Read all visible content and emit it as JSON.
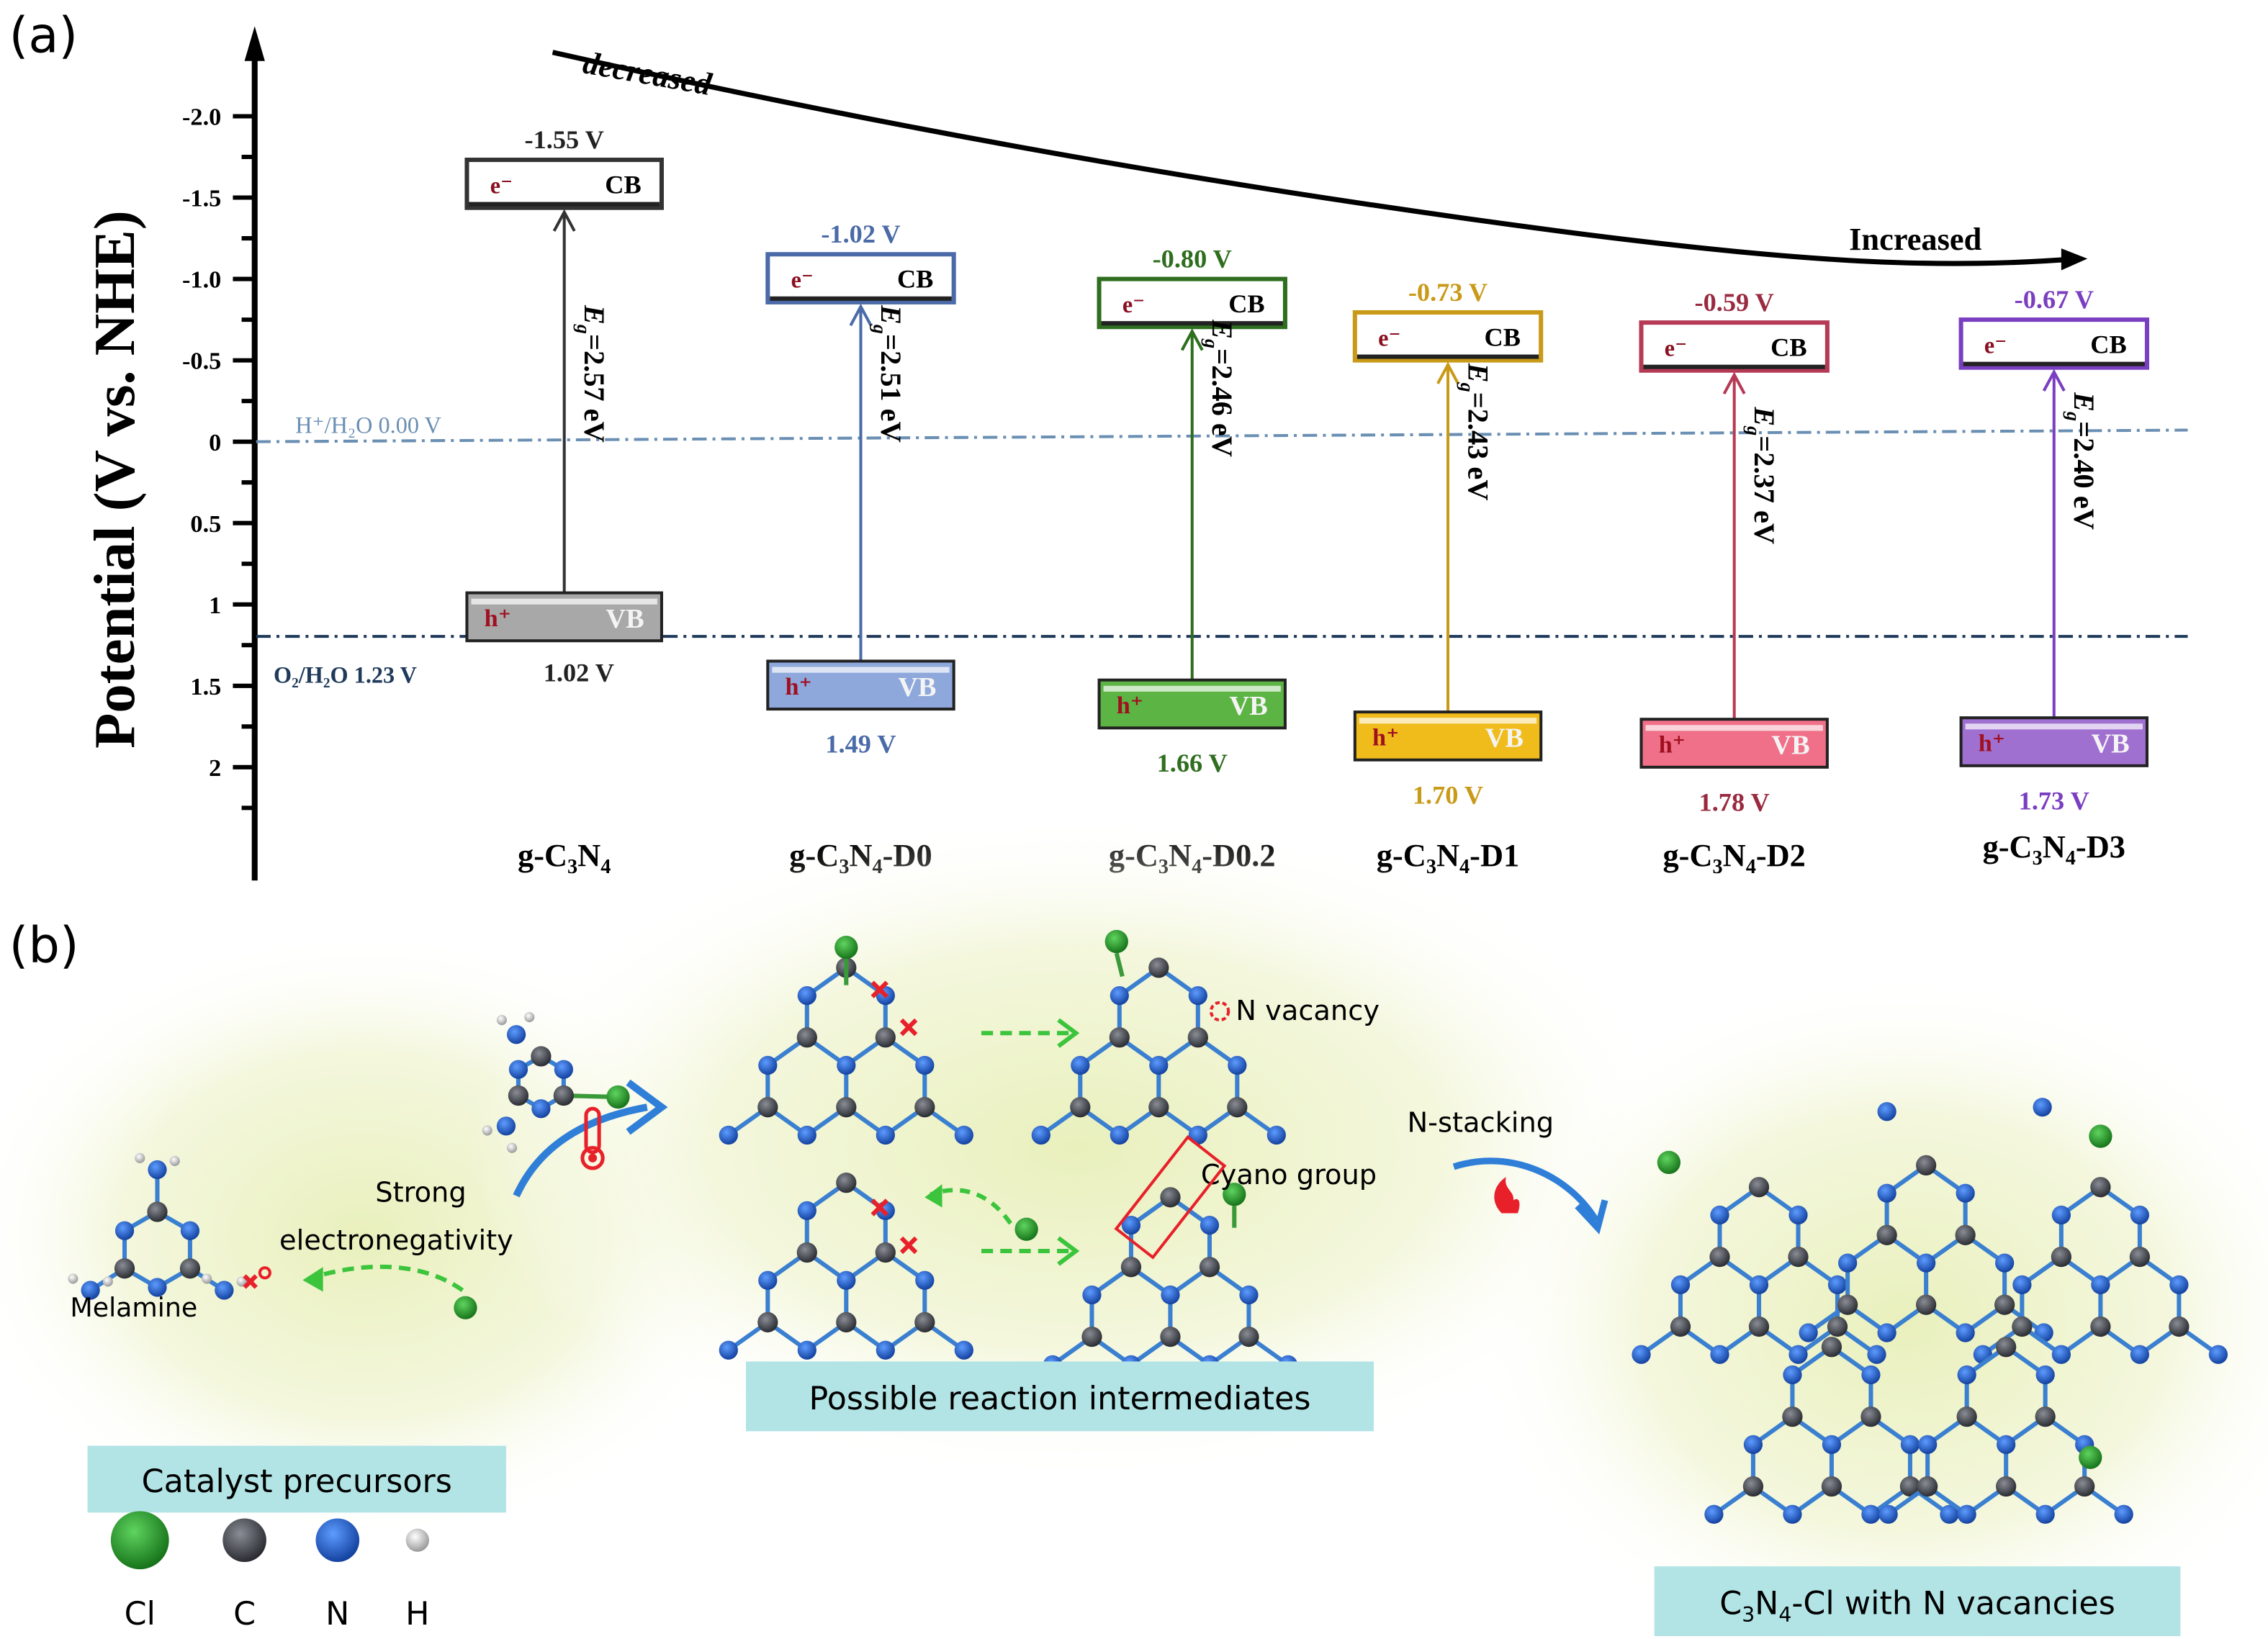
{
  "panel_a": {
    "label": "(a)",
    "chart_data": {
      "type": "band-diagram",
      "title": "",
      "ylabel": "Potential (V vs. NHE)",
      "yaxis_inverted": true,
      "ylim": [
        -2.3,
        2.7
      ],
      "y_ticks": [
        {
          "value": -2.0,
          "label": "-2.0"
        },
        {
          "value": -1.5,
          "label": "-1.5"
        },
        {
          "value": -1.0,
          "label": "-1.0"
        },
        {
          "value": -0.5,
          "label": "-0.5"
        },
        {
          "value": 0,
          "label": "0"
        },
        {
          "value": 0.5,
          "label": "0.5"
        },
        {
          "value": 1.0,
          "label": "1"
        },
        {
          "value": 1.5,
          "label": "1.5"
        },
        {
          "value": 2.0,
          "label": "2"
        }
      ],
      "reference_lines": [
        {
          "name": "H+/H2O",
          "label": "H⁺/H₂O  0.00 V",
          "value": 0.0,
          "color": "#6a8fb3"
        },
        {
          "name": "O2/H2O",
          "label": "O₂/H₂O  1.23 V",
          "value": 1.23,
          "color": "#1f3a5a"
        }
      ],
      "trend": {
        "left_label": "decreased",
        "right_label": "Increased"
      },
      "cb_text": "CB",
      "vb_text": "VB",
      "electron_text": "e⁻",
      "hole_text": "h⁺",
      "samples": [
        {
          "name": "g-C3N4",
          "base": "g-C",
          "sub1": "3",
          "mid": "N",
          "sub2": "4",
          "suffix": "",
          "cb": -1.55,
          "vb": 1.02,
          "eg": 2.57,
          "cb_label": "-1.55 V",
          "vb_label": "1.02 V",
          "eg_label": "=2.57 eV",
          "color": "#333333",
          "vb_fill": "#a8a8a8",
          "label_color": "#222222"
        },
        {
          "name": "g-C3N4-D0",
          "base": "g-C",
          "sub1": "3",
          "mid": "N",
          "sub2": "4",
          "suffix": "-D0",
          "cb": -1.02,
          "vb": 1.49,
          "eg": 2.51,
          "cb_label": "-1.02 V",
          "vb_label": "1.49 V",
          "eg_label": "=2.51 eV",
          "color": "#4a6aa8",
          "vb_fill": "#8ea8dc",
          "label_color": "#4a6aa8"
        },
        {
          "name": "g-C3N4-D0.2",
          "base": "g-C",
          "sub1": "3",
          "mid": "N",
          "sub2": "4",
          "suffix": "-D0.2",
          "cb": -0.8,
          "vb": 1.66,
          "eg": 2.46,
          "cb_label": "-0.80 V",
          "vb_label": "1.66 V",
          "eg_label": "=2.46 eV",
          "color": "#2e6e1e",
          "vb_fill": "#5cb444",
          "label_color": "#2e6e1e"
        },
        {
          "name": "g-C3N4-D1",
          "base": "g-C",
          "sub1": "3",
          "mid": "N",
          "sub2": "4",
          "suffix": "-D1",
          "cb": -0.73,
          "vb": 1.7,
          "eg": 2.43,
          "cb_label": "-0.73 V",
          "vb_label": "1.70 V",
          "eg_label": "=2.43 eV",
          "color": "#c99a18",
          "vb_fill": "#f0bc1c",
          "label_color": "#c99a18"
        },
        {
          "name": "g-C3N4-D2",
          "base": "g-C",
          "sub1": "3",
          "mid": "N",
          "sub2": "4",
          "suffix": "-D2",
          "cb": -0.59,
          "vb": 1.78,
          "eg": 2.37,
          "cb_label": "-0.59 V",
          "vb_label": "1.78 V",
          "eg_label": "=2.37 eV",
          "color": "#b53a55",
          "vb_fill": "#ef7088",
          "label_color": "#9a2a40"
        },
        {
          "name": "g-C3N4-D3",
          "base": "g-C",
          "sub1": "3",
          "mid": "N",
          "sub2": "4",
          "suffix": "-D3",
          "cb": -0.67,
          "vb": 1.73,
          "eg": 2.4,
          "cb_label": "-0.67 V",
          "vb_label": "1.73 V",
          "eg_label": "=2.40 eV",
          "color": "#7a3ec0",
          "vb_fill": "#a070d0",
          "label_color": "#7a3ec0"
        }
      ]
    }
  },
  "panel_b": {
    "label": "(b)",
    "texts": {
      "strong": "Strong",
      "electroneg": "electronegativity",
      "melamine": "Melamine",
      "n_vacancy": "N vacancy",
      "cyano": "Cyano group",
      "n_stacking": "N-stacking"
    },
    "stage_labels": {
      "precursors": "Catalyst precursors",
      "intermediates": "Possible reaction intermediates",
      "product_prefix": "C",
      "product_sub1": "3",
      "product_mid": "N",
      "product_sub2": "4",
      "product_suffix": "-Cl with N vacancies"
    },
    "legend": [
      {
        "element": "Cl",
        "color": "#2a9a2a"
      },
      {
        "element": "C",
        "color": "#4a4d55"
      },
      {
        "element": "N",
        "color": "#1f5ec8"
      },
      {
        "element": "H",
        "color": "#d8d8d8"
      }
    ],
    "colors": {
      "label_box": "#b2e4e6",
      "glow": "#eef3c8",
      "arrow_blue": "#2f7fd8",
      "arrow_green": "#3cc43c",
      "scissors_red": "#e8202a"
    }
  }
}
